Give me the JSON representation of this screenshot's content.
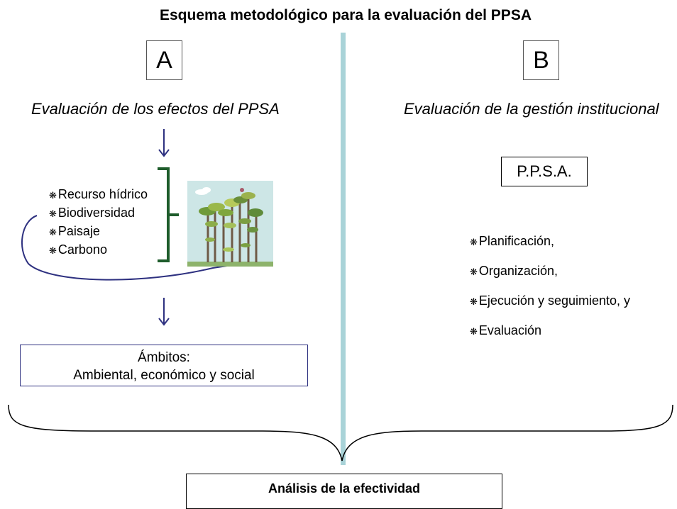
{
  "title": "Esquema metodológico para la evaluación del PPSA",
  "left": {
    "letter": "A",
    "heading": "Evaluación de los efectos del PPSA",
    "items": [
      "Recurso hídrico",
      "Biodiversidad",
      "Paisaje",
      "Carbono"
    ],
    "ambitos_label": "Ámbitos:",
    "ambitos_text": "Ambiental, económico y social"
  },
  "right": {
    "letter": "B",
    "heading": "Evaluación de la gestión institucional",
    "ppsa_label": "P.P.S.A.",
    "items": [
      "Planificación,",
      "Organización,",
      "Ejecución y seguimiento, y",
      "Evaluación"
    ]
  },
  "result": "Análisis de la efectividad",
  "bullet_symbol": "❋",
  "colors": {
    "divider": "#a9d3d8",
    "arrow": "#2e3180",
    "bracket": "#1e5c2b",
    "forest_bg": "#cde6e6"
  }
}
